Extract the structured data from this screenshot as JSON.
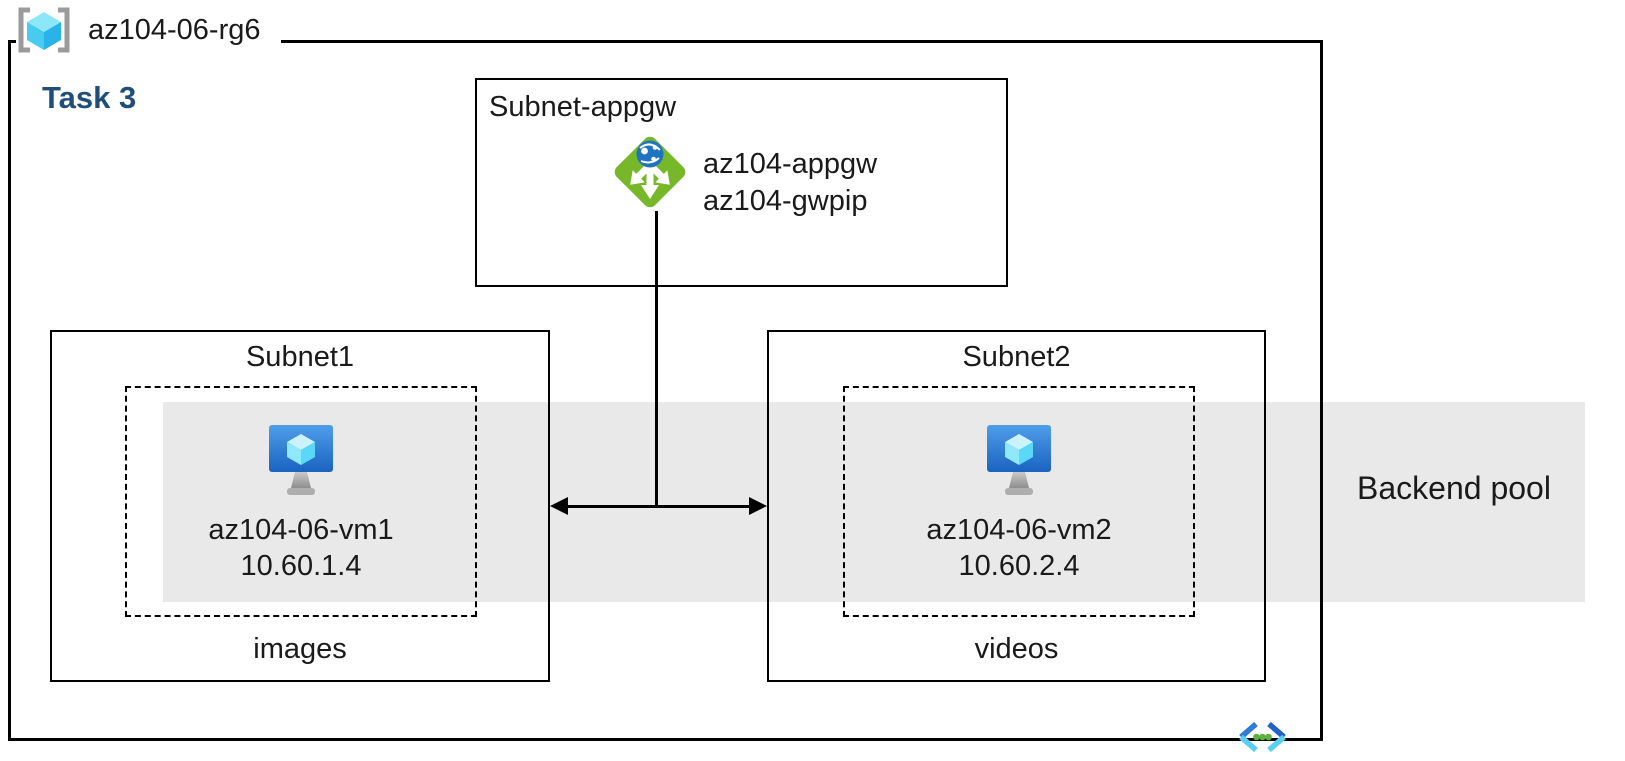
{
  "header": {
    "resource_group_name": "az104-06-rg6",
    "task_label": "Task 3"
  },
  "appgw_subnet": {
    "label": "Subnet-appgw",
    "gateway_name": "az104-appgw",
    "public_ip_name": "az104-gwpip"
  },
  "subnet1": {
    "label": "Subnet1",
    "vm_name": "az104-06-vm1",
    "vm_ip": "10.60.1.4",
    "container_label": "images"
  },
  "subnet2": {
    "label": "Subnet2",
    "vm_name": "az104-06-vm2",
    "vm_ip": "10.60.2.4",
    "container_label": "videos"
  },
  "backend_pool": {
    "label": "Backend pool"
  },
  "icons": {
    "resource_group": "resource-group-icon",
    "application_gateway": "application-gateway-icon",
    "virtual_machine_1": "virtual-machine-icon",
    "virtual_machine_2": "virtual-machine-icon",
    "virtual_network": "virtual-network-icon"
  },
  "colors": {
    "text": "#1a1a1a",
    "border": "#000000",
    "task_label": "#1f4e79",
    "backend_pool_band": "#e9e9e9",
    "appgw_green": "#77b82a",
    "globe_blue": "#1e74c0",
    "vm_screen_top": "#4f9ee9",
    "vm_screen_bottom": "#1a63c0",
    "vnet_blue": "#2e7cd6",
    "vnet_cyan": "#59cff3",
    "vnet_green": "#5db23c"
  }
}
